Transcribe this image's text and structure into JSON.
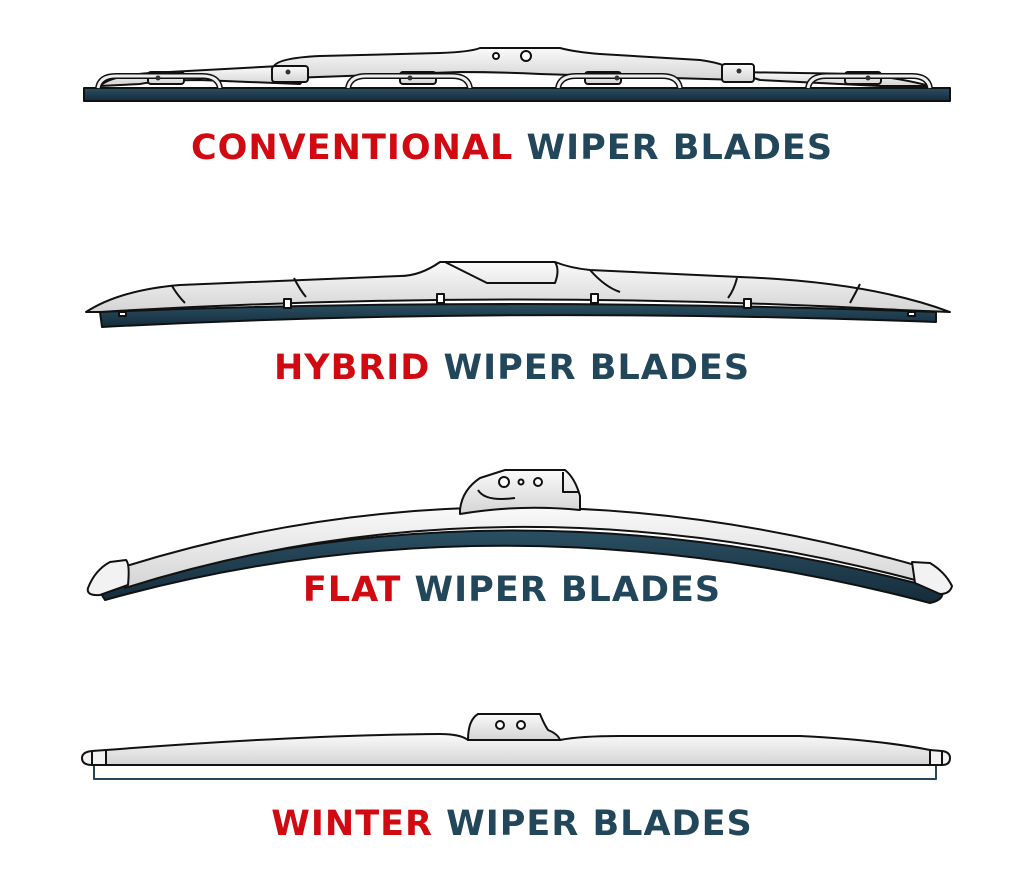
{
  "colors": {
    "accent_red": "#d10a12",
    "dark_blue": "#22465a",
    "rubber": "#1e3c4e",
    "frame_fill": "#eeeeee",
    "outline": "#111111",
    "background": "#ffffff"
  },
  "blades": [
    {
      "type": "conventional",
      "label_accent": "CONVENTIONAL",
      "label_rest": "WIPER BLADES"
    },
    {
      "type": "hybrid",
      "label_accent": "HYBRID",
      "label_rest": "WIPER BLADES"
    },
    {
      "type": "flat",
      "label_accent": "FLAT",
      "label_rest": "WIPER BLADES"
    },
    {
      "type": "winter",
      "label_accent": "WINTER",
      "label_rest": "WIPER BLADES"
    }
  ]
}
